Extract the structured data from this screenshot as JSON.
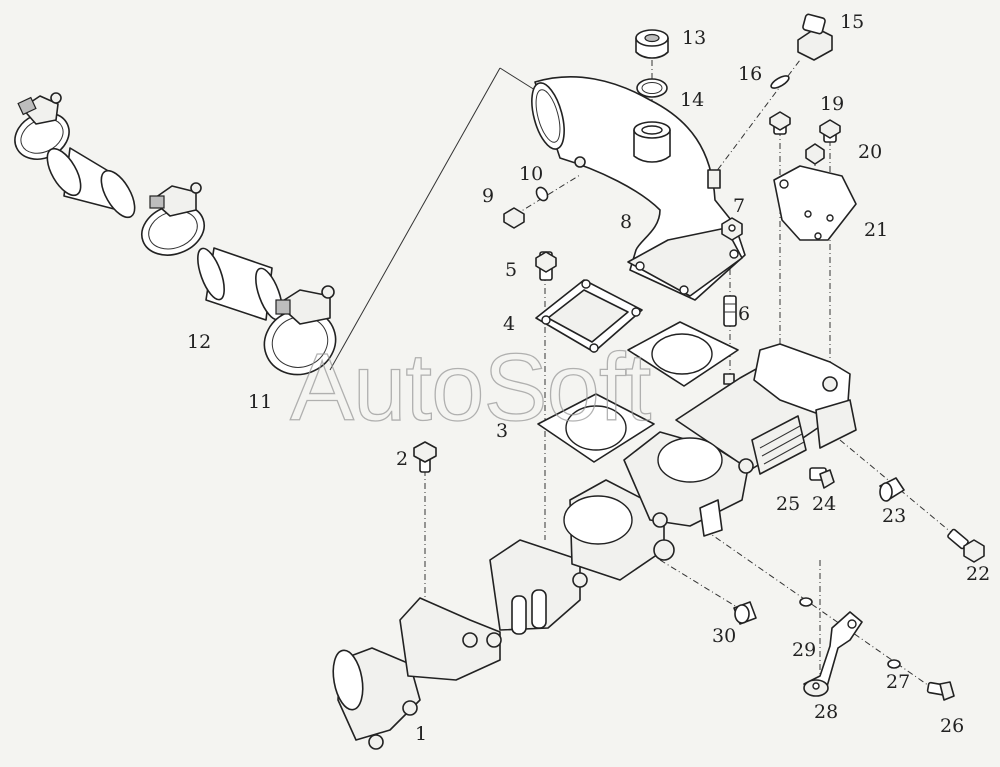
{
  "watermark": "AutoSoft",
  "callouts": [
    {
      "id": "c1",
      "text": "1"
    },
    {
      "id": "c2",
      "text": "2"
    },
    {
      "id": "c3",
      "text": "3"
    },
    {
      "id": "c4",
      "text": "4"
    },
    {
      "id": "c5",
      "text": "5"
    },
    {
      "id": "c6",
      "text": "6"
    },
    {
      "id": "c7",
      "text": "7"
    },
    {
      "id": "c8",
      "text": "8"
    },
    {
      "id": "c9",
      "text": "9"
    },
    {
      "id": "c10",
      "text": "10"
    },
    {
      "id": "c11",
      "text": "11"
    },
    {
      "id": "c12",
      "text": "12"
    },
    {
      "id": "c13",
      "text": "13"
    },
    {
      "id": "c14",
      "text": "14"
    },
    {
      "id": "c15",
      "text": "15"
    },
    {
      "id": "c16",
      "text": "16"
    },
    {
      "id": "c19",
      "text": "19"
    },
    {
      "id": "c20",
      "text": "20"
    },
    {
      "id": "c21",
      "text": "21"
    },
    {
      "id": "c22",
      "text": "22"
    },
    {
      "id": "c23",
      "text": "23"
    },
    {
      "id": "c24",
      "text": "24"
    },
    {
      "id": "c25",
      "text": "25"
    },
    {
      "id": "c26",
      "text": "26"
    },
    {
      "id": "c27",
      "text": "27"
    },
    {
      "id": "c28",
      "text": "28"
    },
    {
      "id": "c29",
      "text": "29"
    },
    {
      "id": "c30",
      "text": "30"
    }
  ]
}
